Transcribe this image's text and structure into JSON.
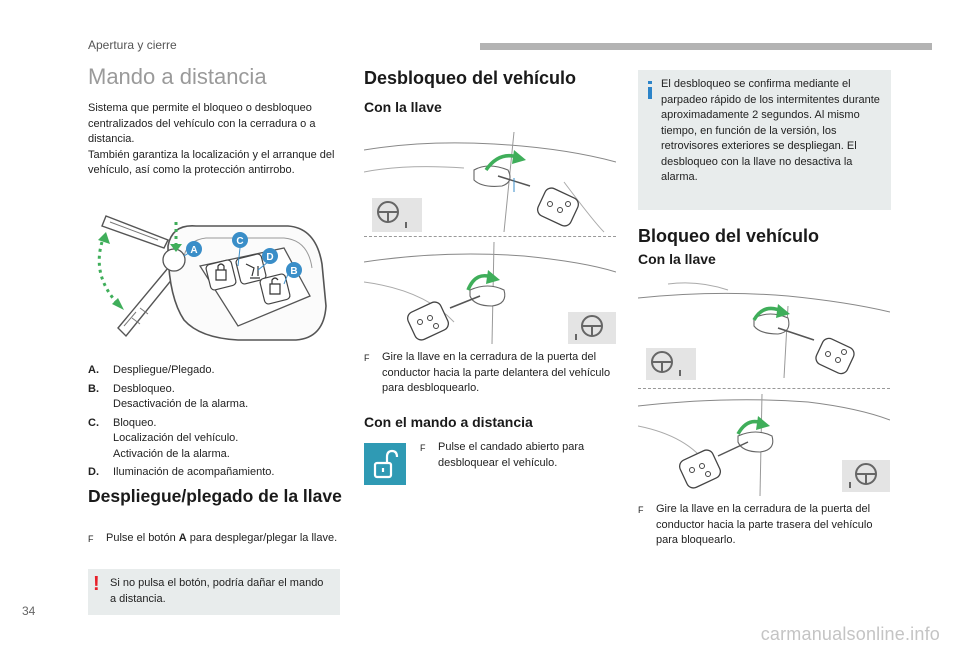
{
  "header": {
    "section_label": "Apertura y cierre"
  },
  "left": {
    "title": "Mando a distancia",
    "intro_p1": "Sistema que permite el bloqueo o desbloqueo centralizados del vehículo con la cerradura o a distancia.",
    "intro_p2": "También garantiza la localización y el arranque del vehículo, así como la protección antirrobo.",
    "figure_callouts": [
      "A",
      "C",
      "D",
      "B"
    ],
    "definitions": [
      {
        "key": "A.",
        "line1": "Despliegue/Plegado.",
        "line2": "",
        "line3": ""
      },
      {
        "key": "B.",
        "line1": "Desbloqueo.",
        "line2": "Desactivación de la alarma.",
        "line3": ""
      },
      {
        "key": "C.",
        "line1": "Bloqueo.",
        "line2": "Localización del vehículo.",
        "line3": "Activación de la alarma."
      },
      {
        "key": "D.",
        "line1": "Iluminación de acompañamiento.",
        "line2": "",
        "line3": ""
      }
    ],
    "fold_title": "Despliegue/plegado de la llave",
    "fold_bullet_pre": "Pulse el botón ",
    "fold_bullet_bold": "A",
    "fold_bullet_post": " para desplegar/plegar la llave.",
    "warning_text": "Si no pulsa el botón, podría dañar el mando a distancia."
  },
  "middle": {
    "title": "Desbloqueo del vehículo",
    "sub1": "Con la llave",
    "bullet1": "Gire la llave en la cerradura de la puerta del conductor hacia la parte delantera del vehículo para desbloquearlo.",
    "sub2": "Con el mando a distancia",
    "bullet2": "Pulse el candado abierto para desbloquear el vehículo."
  },
  "right": {
    "info_text": "El desbloqueo se confirma mediante el parpadeo rápido de los intermitentes durante aproximadamente 2 segundos. Al mismo tiempo, en función de la versión, los retrovisores exteriores se despliegan. El desbloqueo con la llave no desactiva la alarma.",
    "title": "Bloqueo del vehículo",
    "sub1": "Con la llave",
    "bullet1": "Gire la llave en la cerradura de la puerta del conductor hacia la parte trasera del vehículo para bloquearlo."
  },
  "bullet_glyph": "F",
  "warning_glyph": "!",
  "footer": {
    "page_number": "34",
    "watermark": "carmanualsonline.info"
  },
  "colors": {
    "accent_teal": "#2f9ab4",
    "callout_blue": "#3a8ec8",
    "warning_red": "#e8202a",
    "info_blue": "#2c84c9",
    "note_bg": "#e8ecec"
  },
  "icons": [
    "key-fob-icon",
    "unlock-padlock-icon",
    "steering-wheel-icon",
    "rotation-arrow-icon"
  ]
}
